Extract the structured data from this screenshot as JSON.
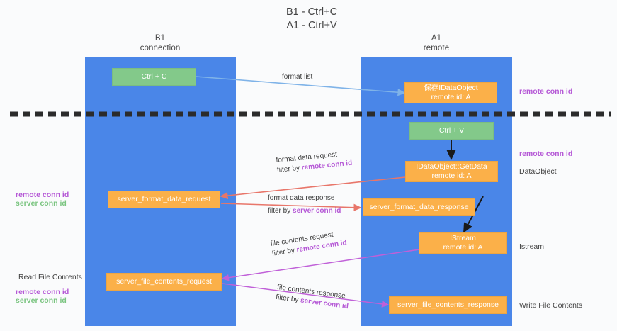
{
  "title": "B1 - Ctrl+C\nA1 - Ctrl+V",
  "columns": [
    {
      "name": "col-b1",
      "label": "B1\nconnection"
    },
    {
      "name": "col-a1",
      "label": "A1\nremote"
    }
  ],
  "nodes": {
    "ctrl_c": {
      "line1": "Ctrl + C",
      "line2": ""
    },
    "save_idataobject": {
      "line1": "保存IDataObject",
      "line2": "remote id: A"
    },
    "ctrl_v": {
      "line1": "Ctrl + V",
      "line2": ""
    },
    "idataobject_getdata": {
      "line1": "IDataObject::GetData",
      "line2": "remote id: A"
    },
    "server_format_data_request": {
      "line1": "server_format_data_request",
      "line2": ""
    },
    "server_format_data_response": {
      "line1": "server_format_data_response",
      "line2": ""
    },
    "istream": {
      "line1": "IStream",
      "line2": "remote id: A"
    },
    "server_file_contents_request": {
      "line1": "server_file_contents_request",
      "line2": ""
    },
    "server_file_contents_response": {
      "line1": "server_file_contents_response",
      "line2": ""
    }
  },
  "edge_labels": {
    "format_list": {
      "line1": "format list",
      "line2_prefix": "",
      "line2_token": ""
    },
    "format_data_request": {
      "line1": "format data request",
      "line2_prefix": "filter by ",
      "line2_token": "remote conn id"
    },
    "format_data_response": {
      "line1": "format data response",
      "line2_prefix": "filter by ",
      "line2_token": "server conn id"
    },
    "file_contents_request": {
      "line1": "file contents request",
      "line2_prefix": "filter by ",
      "line2_token": "remote conn id"
    },
    "file_contents_response": {
      "line1": "file contents response",
      "line2_prefix": "filter by ",
      "line2_token": "server conn id"
    }
  },
  "right_notes": {
    "remote_conn_id_top": "remote conn id",
    "remote_conn_id_mid": "remote conn id",
    "dataobject": "DataObject",
    "istream": "Istream",
    "write_file_contents": "Write File Contents"
  },
  "left_notes": {
    "remote_conn_id_mid": "remote conn id",
    "server_conn_id_mid": "server conn id",
    "read_file_contents": "Read File Contents",
    "remote_conn_id_bottom": "remote conn id",
    "server_conn_id_bottom": "server conn id"
  },
  "colors": {
    "lane": "#4a86e8",
    "green_node": "#83c98a",
    "orange_node": "#fbb049",
    "red_arrow": "#e8766a",
    "magenta_arrow": "#c060d8",
    "blue_arrow": "#7fb3e8",
    "dark_arrow": "#1a1a1a",
    "purple_text": "#b558d6",
    "green_text": "#79c47f",
    "background": "#fafbfc"
  }
}
